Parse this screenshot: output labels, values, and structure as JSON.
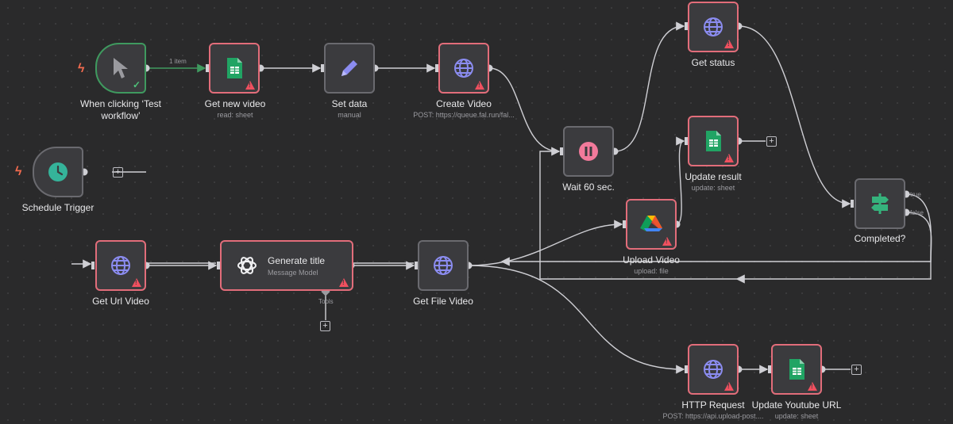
{
  "connection_label": "1 item",
  "nodes": {
    "manual_trigger": {
      "name": "When clicking ‘Test workflow’",
      "icon": "cursor-icon"
    },
    "get_new_video": {
      "name": "Get new video",
      "subtitle": "read: sheet",
      "icon": "google-sheets-icon"
    },
    "set_data": {
      "name": "Set data",
      "subtitle": "manual",
      "icon": "pencil-icon"
    },
    "create_video": {
      "name": "Create Video",
      "subtitle": "POST: https://queue.fal.run/fal...",
      "icon": "globe-icon"
    },
    "get_status": {
      "name": "Get status",
      "icon": "globe-icon"
    },
    "wait": {
      "name": "Wait 60 sec.",
      "icon": "pause-icon"
    },
    "update_result": {
      "name": "Update result",
      "subtitle": "update: sheet",
      "icon": "google-sheets-icon"
    },
    "completed": {
      "name": "Completed?",
      "true_label": "true",
      "false_label": "false",
      "icon": "signpost-icon"
    },
    "schedule_trigger": {
      "name": "Schedule Trigger",
      "icon": "clock-icon"
    },
    "upload_video": {
      "name": "Upload Video",
      "subtitle": "upload: file",
      "icon": "google-drive-icon"
    },
    "get_url_video": {
      "name": "Get Url Video",
      "icon": "globe-icon"
    },
    "generate_title": {
      "name": "Generate title",
      "subtitle": "Message Model",
      "tools_label": "Tools",
      "icon": "openai-icon"
    },
    "get_file_video": {
      "name": "Get File Video",
      "icon": "globe-icon"
    },
    "http_request": {
      "name": "HTTP Request",
      "subtitle": "POST: https://api.upload-post....",
      "icon": "globe-icon"
    },
    "update_youtube_url": {
      "name": "Update Youtube URL",
      "subtitle": "update: sheet",
      "icon": "google-sheets-icon"
    }
  },
  "colors": {
    "canvas": "#2a2a2b",
    "node_fill": "#3b3b3e",
    "error_border": "#e26d7a",
    "success_border": "#3f9a5f",
    "connection": "#cfcfd4",
    "success_connection": "#3f9a5f",
    "globe": "#8b8cf0",
    "warning": "#f0505f"
  }
}
